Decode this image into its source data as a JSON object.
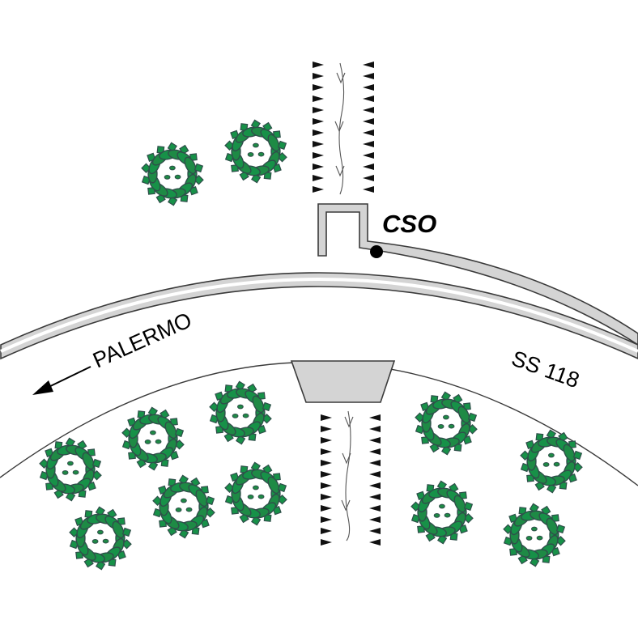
{
  "labels": {
    "station": "CSO",
    "destination": "PALERMO",
    "road": "SS 118"
  },
  "colors": {
    "road_fill": "#d4d4d4",
    "stroke": "#3a3a3a",
    "culvert_fill": "#d4d4d4",
    "tree_fill": "#1e8a45",
    "tree_dark": "#2f4f4a",
    "marker": "#000000"
  },
  "icons": {
    "tree": "tree-crown-icon",
    "arrow": "direction-arrow-icon",
    "station": "station-dot-icon"
  }
}
